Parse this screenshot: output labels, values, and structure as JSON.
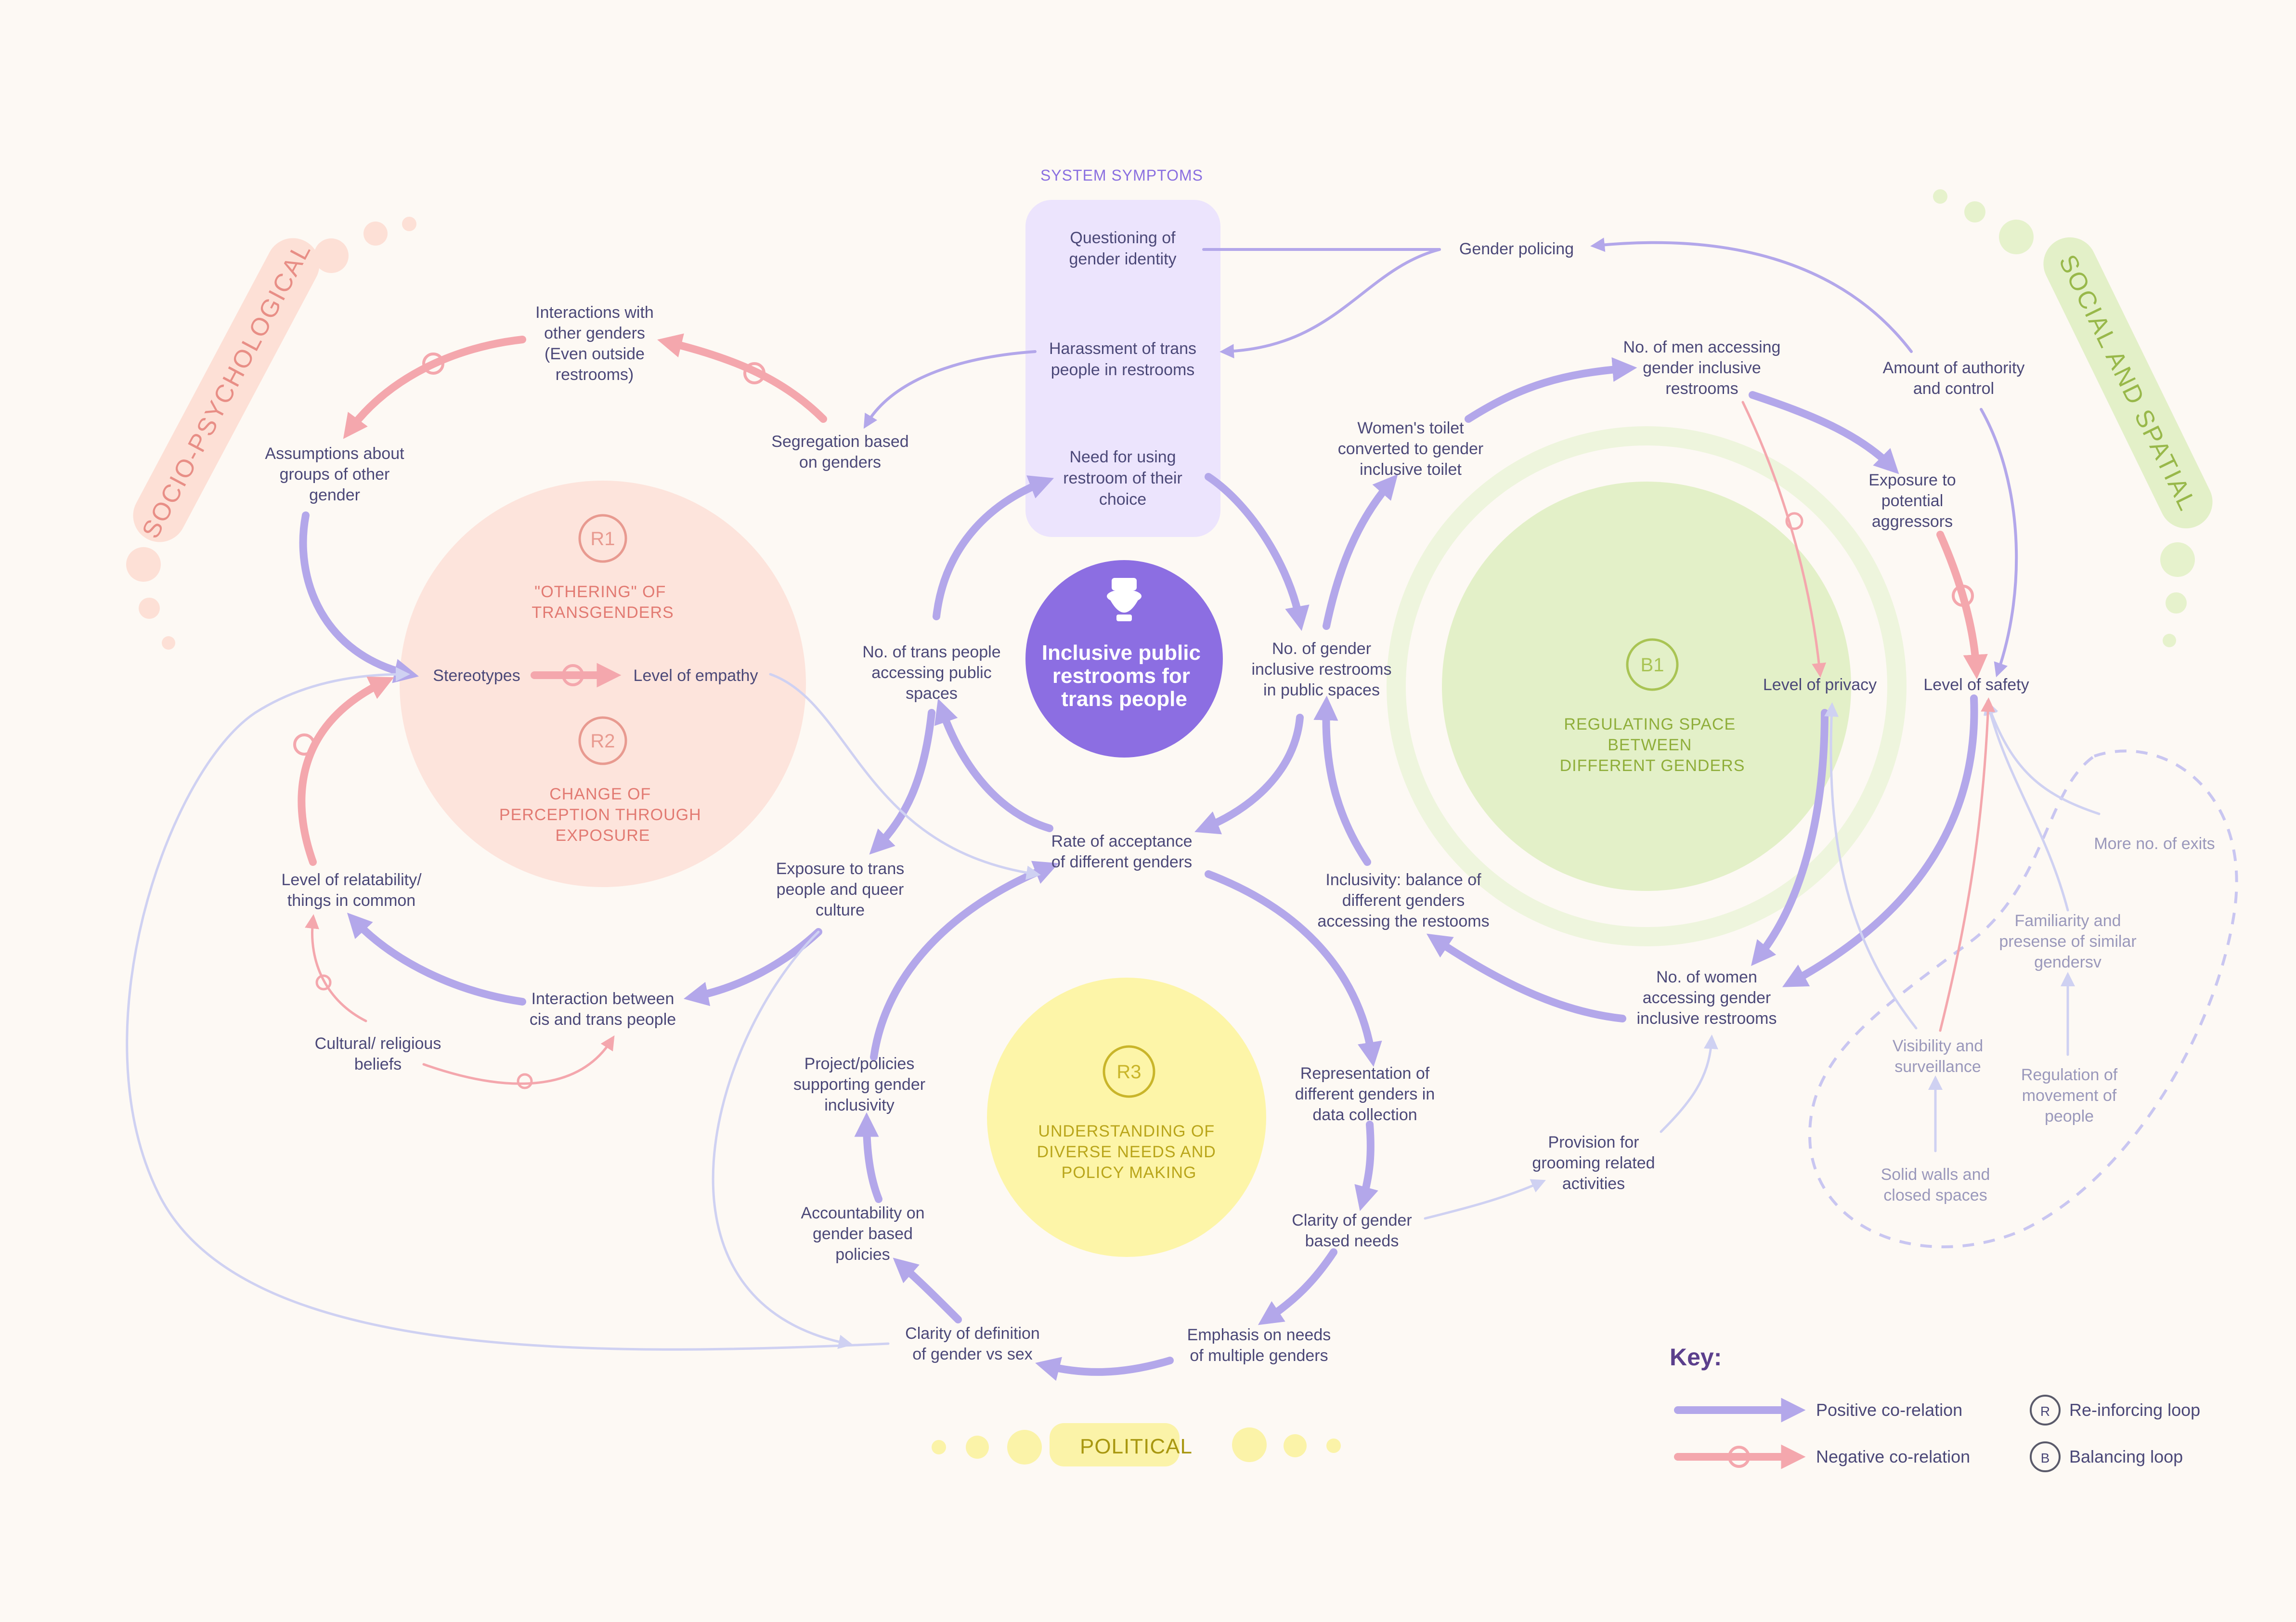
{
  "colors": {
    "background": "#fdf9f4",
    "positive": "#b3a7ea",
    "negative": "#f4a7ad",
    "r1_bg": "#fde4dc",
    "r2_title": "#e27a72",
    "b1_bg": "#e3f0c8",
    "b1_title": "#8fae3a",
    "r3_bg": "#fdf5a8",
    "r3_title": "#b9a51a",
    "symptoms_bg": "#ece4fd",
    "center": "#8c6ee2"
  },
  "domains": {
    "socio": "SOCIO-PSYCHOLOGICAL",
    "social_spatial": "SOCIAL AND SPATIAL",
    "political": "POLITICAL"
  },
  "center": {
    "lines": [
      "Inclusive public",
      "restrooms for",
      "trans people"
    ],
    "icon": "toilet-icon"
  },
  "symptoms": {
    "header": "SYSTEM SYMPTOMS",
    "questioning": [
      "Questioning of",
      "gender identity"
    ],
    "harassment": [
      "Harassment of trans",
      "people in restrooms"
    ],
    "need": [
      "Need for using",
      "restroom of their",
      "choice"
    ]
  },
  "loops": {
    "r1": {
      "badge": "R1",
      "title": [
        "\"OTHERING\" OF",
        "TRANSGENDERS"
      ]
    },
    "r2": {
      "badge": "R2",
      "title": [
        "CHANGE OF",
        "PERCEPTION THROUGH",
        "EXPOSURE"
      ]
    },
    "b1": {
      "badge": "B1",
      "title": [
        "REGULATING SPACE",
        "BETWEEN",
        "DIFFERENT GENDERS"
      ]
    },
    "r3": {
      "badge": "R3",
      "title": [
        "UNDERSTANDING OF",
        "DIVERSE NEEDS AND",
        "POLICY MAKING"
      ]
    }
  },
  "nodes": {
    "interactions_other": [
      "Interactions with",
      "other genders",
      "(Even outside",
      "restrooms)"
    ],
    "assumptions": [
      "Assumptions about",
      "groups of other",
      "gender"
    ],
    "segregation": [
      "Segregation based",
      "on genders"
    ],
    "stereotypes": [
      "Stereotypes"
    ],
    "empathy": [
      "Level of empathy"
    ],
    "relatability": [
      "Level of relatability/",
      "things in common"
    ],
    "cultural": [
      "Cultural/ religious",
      "beliefs"
    ],
    "interaction_cis_trans": [
      "Interaction between",
      "cis and trans people"
    ],
    "exposure_trans": [
      "Exposure to trans",
      "people and queer",
      "culture"
    ],
    "trans_accessing": [
      "No. of trans people",
      "accessing public",
      "spaces"
    ],
    "rate_acceptance": [
      "Rate of acceptance",
      "of different genders"
    ],
    "gender_inclusive_count": [
      "No. of gender",
      "inclusive restrooms",
      "in public spaces"
    ],
    "womens_toilet": [
      "Women's toilet",
      "converted to gender",
      "inclusive toilet"
    ],
    "men_accessing": [
      "No. of men accessing",
      "gender inclusive",
      "restrooms"
    ],
    "gender_policing": [
      "Gender policing"
    ],
    "authority": [
      "Amount of authority",
      "and control"
    ],
    "exposure_aggressors": [
      "Exposure to",
      "potential",
      "aggressors"
    ],
    "privacy": [
      "Level of privacy"
    ],
    "safety": [
      "Level of safety"
    ],
    "inclusivity_balance": [
      "Inclusivity: balance of",
      "different genders",
      "accessing the restooms"
    ],
    "women_accessing": [
      "No. of women",
      "accessing gender",
      "inclusive restrooms"
    ],
    "more_exits": [
      "More no. of exits"
    ],
    "familiarity": [
      "Familiarity and",
      "presense of similar",
      "gendersv"
    ],
    "visibility": [
      "Visibility and",
      "surveillance"
    ],
    "regulation_movement": [
      "Regulation of",
      "movement of",
      "people"
    ],
    "solid_walls": [
      "Solid walls and",
      "closed spaces"
    ],
    "grooming": [
      "Provision for",
      "grooming related",
      "activities"
    ],
    "representation": [
      "Representation of",
      "different genders in",
      "data collection"
    ],
    "clarity_needs": [
      "Clarity of gender",
      "based needs"
    ],
    "emphasis": [
      "Emphasis on needs",
      "of multiple genders"
    ],
    "clarity_definition": [
      "Clarity of definition",
      "of gender vs sex"
    ],
    "accountability": [
      "Accountability on",
      "gender based",
      "policies"
    ],
    "project_policies": [
      "Project/policies",
      "supporting gender",
      "inclusivity"
    ]
  },
  "key": {
    "title": "Key:",
    "positive": "Positive co-relation",
    "negative": "Negative co-relation",
    "reinforcing": "Re-inforcing loop",
    "balancing": "Balancing loop",
    "r_symbol": "R",
    "b_symbol": "B"
  }
}
